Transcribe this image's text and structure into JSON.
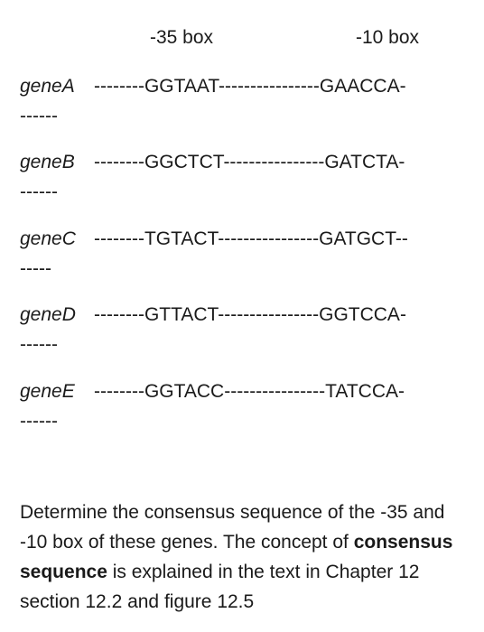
{
  "headers": {
    "box35": "-35 box",
    "box10": "-10 box"
  },
  "genes": [
    {
      "name": "geneA",
      "sequence": "--------GGTAAT----------------GAACCA-",
      "continuation": "------"
    },
    {
      "name": "geneB",
      "sequence": "--------GGCTCT----------------GATCTA-",
      "continuation": "------"
    },
    {
      "name": "geneC",
      "sequence": "--------TGTACT----------------GATGCT--",
      "continuation": "-----"
    },
    {
      "name": "geneD",
      "sequence": "--------GTTACT----------------GGTCCA-",
      "continuation": "------"
    },
    {
      "name": "geneE",
      "sequence": "--------GGTACC----------------TATCCA-",
      "continuation": "------"
    }
  ],
  "question": {
    "part1": "Determine the consensus sequence of the -35 and -10 box of these genes.  The concept of ",
    "bold": "consensus sequence",
    "part2": " is explained in the text in Chapter 12 section 12.2 and figure 12.5"
  }
}
